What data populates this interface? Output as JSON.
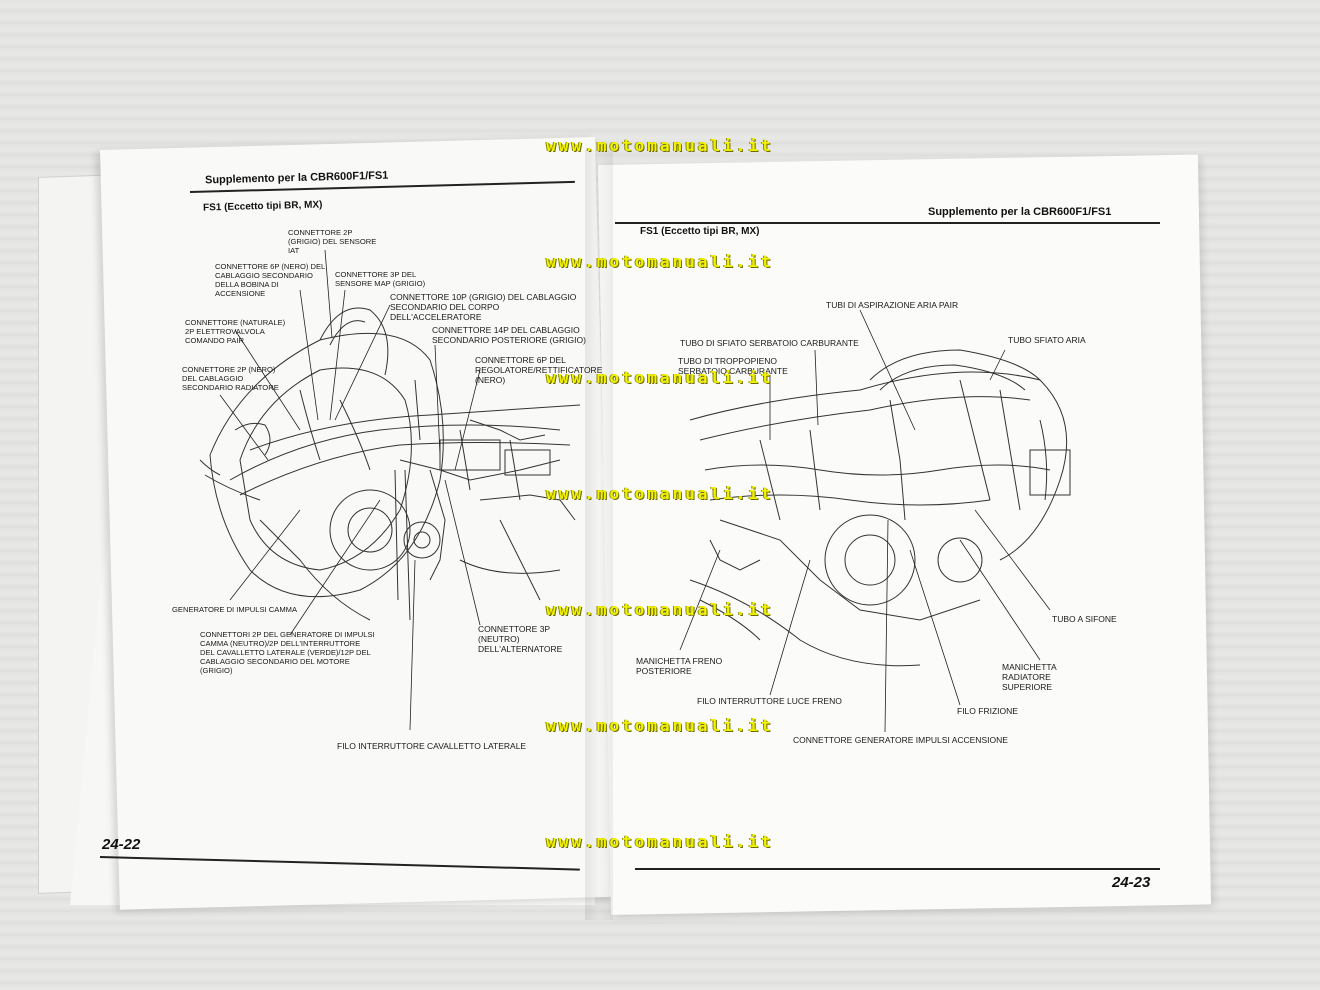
{
  "watermark": "www.motomanuali.it",
  "left_page": {
    "header": "Supplemento per la CBR600F1/FS1",
    "subtitle": "FS1 (Eccetto tipi BR, MX)",
    "page_number": "24-22",
    "labels": {
      "l1": "CONNETTORE 2P (GRIGIO) DEL SENSORE IAT",
      "l2": "CONNETTORE 6P (NERO) DEL CABLAGGIO SECONDARIO DELLA BOBINA DI ACCENSIONE",
      "l3": "CONNETTORE 3P DEL SENSORE MAP (GRIGIO)",
      "l4": "CONNETTORE 10P (GRIGIO) DEL CABLAGGIO SECONDARIO DEL CORPO DELL'ACCELERATORE",
      "l5": "CONNETTORE (NATURALE) 2P ELETTROVALVOLA COMANDO PAIR",
      "l6": "CONNETTORE 14P DEL CABLAGGIO SECONDARIO POSTERIORE (GRIGIO)",
      "l7": "CONNETTORE 2P (NERO) DEL CABLAGGIO SECONDARIO RADIATORE",
      "l8": "CONNETTORE 6P DEL REGOLATORE/RETTIFICATORE (NERO)",
      "l9": "GENERATORE DI IMPULSI CAMMA",
      "l10": "CONNETTORI 2P DEL GENERATORE DI IMPULSI CAMMA (NEUTRO)/2P DELL'INTERRUTTORE DEL CAVALLETTO LATERALE (VERDE)/12P DEL CABLAGGIO SECONDARIO DEL MOTORE (GRIGIO)",
      "l11": "CONNETTORE 3P (NEUTRO) DELL'ALTERNATORE",
      "l12": "FILO INTERRUTTORE CAVALLETTO LATERALE"
    }
  },
  "right_page": {
    "header": "Supplemento per la CBR600F1/FS1",
    "subtitle": "FS1 (Eccetto tipi BR, MX)",
    "page_number": "24-23",
    "labels": {
      "r1": "TUBI DI ASPIRAZIONE ARIA PAIR",
      "r2": "TUBO DI SFIATO SERBATOIO CARBURANTE",
      "r3": "TUBO SFIATO ARIA",
      "r4": "TUBO DI TROPPOPIENO SERBATOIO CARBURANTE",
      "r5": "TUBO A SIFONE",
      "r6": "MANICHETTA FRENO POSTERIORE",
      "r7": "MANICHETTA RADIATORE SUPERIORE",
      "r8": "FILO INTERRUTTORE LUCE FRENO",
      "r9": "FILO FRIZIONE",
      "r10": "CONNETTORE GENERATORE IMPULSI ACCENSIONE"
    }
  }
}
